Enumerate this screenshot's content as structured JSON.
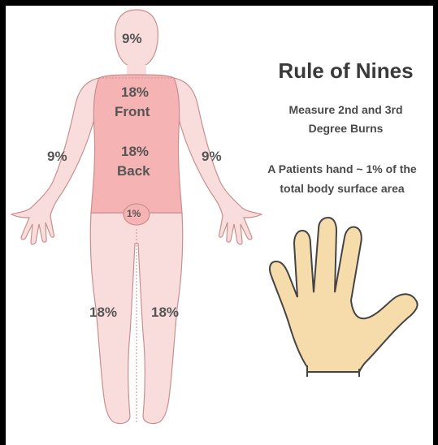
{
  "title": "Rule of Nines",
  "subtitle": {
    "line1": "Measure 2nd and 3rd",
    "line2": "Degree Burns"
  },
  "hand_note": {
    "line1": "A Patients hand ~ 1% of the",
    "line2": "total body surface area"
  },
  "regions": {
    "head": "9%",
    "torso_front_pct": "18%",
    "torso_front_label": "Front",
    "torso_back_pct": "18%",
    "torso_back_label": "Back",
    "left_arm": "9%",
    "right_arm": "9%",
    "genitals": "1%",
    "left_leg": "18%",
    "right_leg": "18%"
  },
  "colors": {
    "body_fill": "#f9dcdc",
    "body_outline": "#c98f8f",
    "torso_fill": "#f5b3b3",
    "hand_fill": "#f6dcaa",
    "hand_outline": "#444444",
    "label_text": "#555555"
  }
}
